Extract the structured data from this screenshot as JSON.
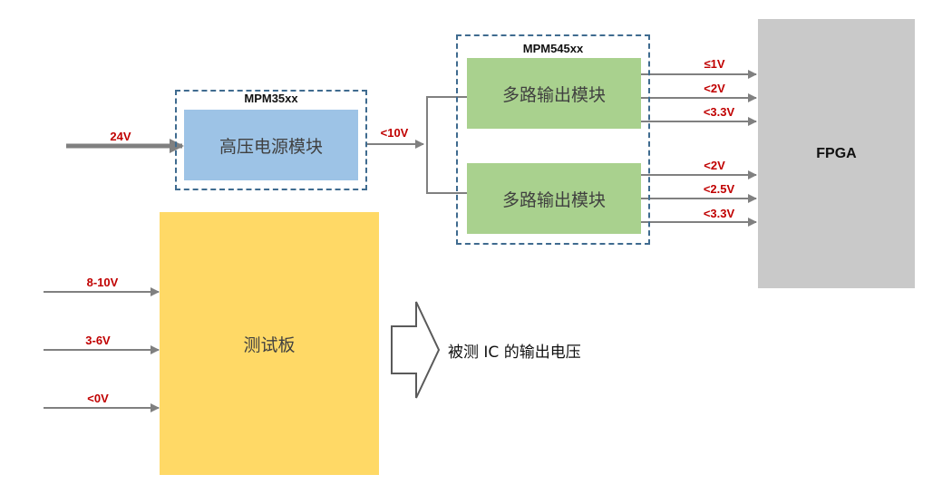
{
  "colors": {
    "hv_module": "#9dc3e6",
    "multi_module": "#a9d18e",
    "test_board": "#ffd966",
    "fpga": "#c9c9c9",
    "wire": "#808080",
    "dashed_border": "#3f6b8f",
    "voltage_label": "#c00000"
  },
  "groups": {
    "hv_group_label": "MPM35xx",
    "multi_group_label": "MPM545xx"
  },
  "blocks": {
    "hv_module": "高压电源模块",
    "multi_module_top": "多路输出模块",
    "multi_module_bottom": "多路输出模块",
    "fpga": "FPGA",
    "test_board": "测试板"
  },
  "voltages": {
    "input_24v": "24V",
    "hv_out": "<10V",
    "top_out_1": "≤1V",
    "top_out_2": "<2V",
    "top_out_3": "<3.3V",
    "bot_out_1": "<2V",
    "bot_out_2": "<2.5V",
    "bot_out_3": "<3.3V",
    "test_in_1": "8-10V",
    "test_in_2": "3-6V",
    "test_in_3": "<0V"
  },
  "output_caption": "被测  IC 的输出电压",
  "icons": {
    "big_arrow": "hollow-right-arrow-icon"
  }
}
